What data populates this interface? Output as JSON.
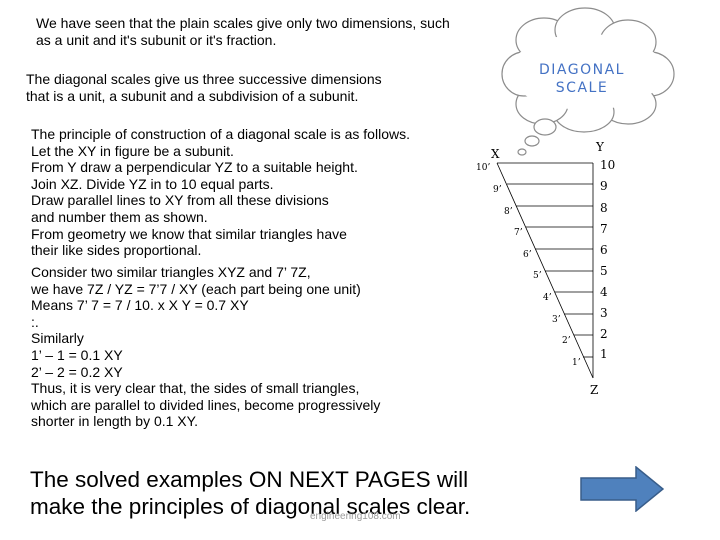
{
  "text": {
    "para1": [
      "We have seen that the plain scales give only two dimensions, such",
      "as a unit and it's subunit or it's fraction."
    ],
    "para2": [
      "The diagonal scales give us three successive dimensions",
      "that is a unit, a subunit and a subdivision of a subunit."
    ],
    "para3": [
      "The principle of construction of a diagonal scale is as follows.",
      "Let the XY in figure be a subunit.",
      "From Y draw a perpendicular YZ to a suitable height.",
      "Join XZ. Divide YZ in to 10 equal parts.",
      "Draw parallel lines to XY from all these divisions",
      "and number them as shown.",
      "From geometry we know that similar triangles have",
      "their like sides proportional."
    ],
    "para4": [
      "Consider two similar triangles XYZ and 7’ 7Z,",
      "we have 7Z / YZ = 7’7 / XY  (each part being one unit)",
      "Means 7’ 7 = 7 / 10. x  X Y = 0.7 XY",
      ":.",
      "Similarly",
      "   1’ – 1 = 0.1 XY",
      "   2’ – 2 = 0.2 XY",
      "Thus, it is very clear that, the sides of small triangles,",
      "which are parallel to divided lines, become progressively",
      "shorter in length by 0.1 XY."
    ]
  },
  "cloud": {
    "line1": "DIAGONAL",
    "line2": "SCALE"
  },
  "diagram": {
    "point_x": "X",
    "point_y": "Y",
    "point_z": "Z",
    "left_labels": [
      "10’",
      "9’",
      "8’",
      "7’",
      "6’",
      "5’",
      "4’",
      "3’",
      "2’",
      "1’"
    ],
    "right_labels": [
      "10",
      "9",
      "8",
      "7",
      "6",
      "5",
      "4",
      "3",
      "2",
      "1"
    ]
  },
  "footer": {
    "line1": "The solved examples ON NEXT PAGES will",
    "line2": "make the principles of diagonal scales clear.",
    "watermark": "engineering108.com"
  },
  "colors": {
    "accent": "#4472c4",
    "arrow_fill": "#4f81bd",
    "arrow_stroke": "#385d8a"
  },
  "icons": {
    "next": "right-arrow-icon"
  }
}
